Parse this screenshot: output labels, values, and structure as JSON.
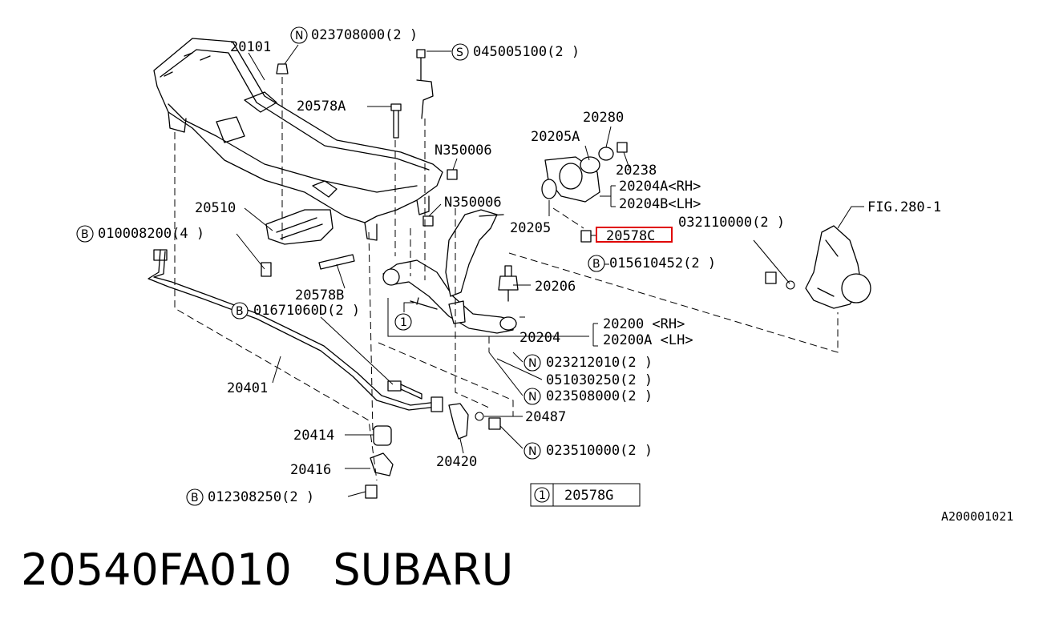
{
  "diagram": {
    "labels": {
      "l20101": "20101",
      "n_02370800": "023708000(2 )",
      "s_04500510": "045005100(2 )",
      "l20578A": "20578A",
      "n350006_a": "N350006",
      "n350006_b": "N350006",
      "l20510": "20510",
      "b_01000820": "010008200(4 )",
      "l20578B": "20578B",
      "b_01671060": "01671060D(2 )",
      "l20401": "20401",
      "l20414": "20414",
      "l20416": "20416",
      "b_01230825": "012308250(2 )",
      "l20420": "20420",
      "l20487": "20487",
      "n_02351000": "023510000(2 )",
      "n_02350800": "023508000(2 )",
      "l05103025": "051030250(2 )",
      "n_02321201": "023212010(2 )",
      "l20204": "20204",
      "l20200": "20200  <RH>",
      "l20200A": "20200A <LH>",
      "l20206": "20206",
      "b_01561045": "015610452(2 )",
      "l03211000": "032110000(2 )",
      "lfig": "FIG.280-1",
      "l20578C": "20578C",
      "l20205": "20205",
      "l20204A": "20204A<RH>",
      "l20204B": "20204B<LH>",
      "l20238": "20238",
      "l20205A": "20205A",
      "l20280": "20280",
      "box_num": "1",
      "box_part": "20578G",
      "circle_1": "1"
    },
    "prefix": {
      "N": "N",
      "S": "S",
      "B": "B"
    },
    "reference_code": "A200001021",
    "highlight_color": "#e00000"
  },
  "footer": {
    "part_number": "20540FA010",
    "brand": "SUBARU"
  }
}
